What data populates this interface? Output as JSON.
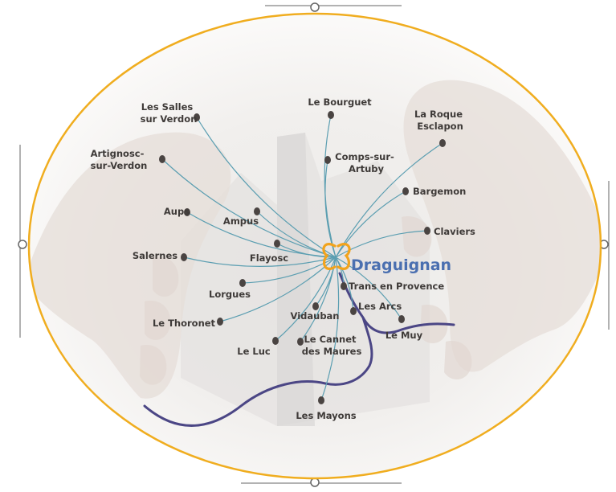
{
  "hub": {
    "label": "Draguignan"
  },
  "towns": [
    {
      "id": "les-salles",
      "lines": [
        "Les Salles",
        "sur Verdon"
      ]
    },
    {
      "id": "le-bourguet",
      "lines": [
        "Le Bourguet"
      ]
    },
    {
      "id": "la-roque",
      "lines": [
        "La Roque",
        "Esclapon"
      ]
    },
    {
      "id": "artignosc",
      "lines": [
        "Artignosc-",
        "sur-Verdon"
      ]
    },
    {
      "id": "comps",
      "lines": [
        "Comps-sur-",
        "Artuby"
      ]
    },
    {
      "id": "bargemon",
      "lines": [
        "Bargemon"
      ]
    },
    {
      "id": "aups",
      "lines": [
        "Aups"
      ]
    },
    {
      "id": "ampus",
      "lines": [
        "Ampus"
      ]
    },
    {
      "id": "claviers",
      "lines": [
        "Claviers"
      ]
    },
    {
      "id": "salernes",
      "lines": [
        "Salernes"
      ]
    },
    {
      "id": "flayosc",
      "lines": [
        "Flayosc"
      ]
    },
    {
      "id": "lorgues",
      "lines": [
        "Lorgues"
      ]
    },
    {
      "id": "trans",
      "lines": [
        "Trans en Provence"
      ]
    },
    {
      "id": "les-arcs",
      "lines": [
        "Les Arcs"
      ]
    },
    {
      "id": "le-thoronet",
      "lines": [
        "Le Thoronet"
      ]
    },
    {
      "id": "vidauban",
      "lines": [
        "Vidauban"
      ]
    },
    {
      "id": "le-muy",
      "lines": [
        "Le Muy"
      ]
    },
    {
      "id": "le-luc",
      "lines": [
        "Le Luc"
      ]
    },
    {
      "id": "le-cannet",
      "lines": [
        "Le Cannet",
        "des Maures"
      ]
    },
    {
      "id": "les-mayons",
      "lines": [
        "Les Mayons"
      ]
    }
  ],
  "colors": {
    "frame": "#f0ad1f",
    "line": "#5b9eb1",
    "dot": "#4a4442",
    "route": "#4b4685",
    "hub_text": "#4a6fb0",
    "hub_logo": "#f2a31c",
    "label": "#3e3a38"
  },
  "icons": {
    "hub": "draguignan-logo-icon"
  }
}
